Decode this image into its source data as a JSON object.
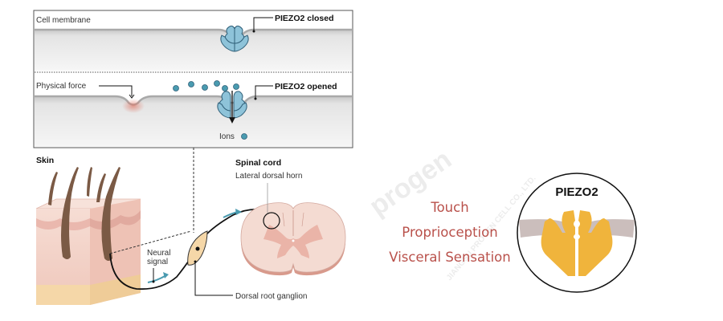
{
  "top_panel": {
    "cell_membrane_label": "Cell membrane",
    "piezo_closed_label": "PIEZO2 closed",
    "physical_force_label": "Physical force",
    "piezo_opened_label": "PIEZO2 opened",
    "ions_label": "Ions"
  },
  "bottom_panel": {
    "skin_label": "Skin",
    "neural_signal_label_line1": "Neural",
    "neural_signal_label_line2": "signal",
    "spinal_cord_label": "Spinal cord",
    "lateral_dorsal_horn_label": "Lateral dorsal horn",
    "dorsal_root_ganglion_label": "Dorsal root ganglion"
  },
  "functions": {
    "items": [
      "Touch",
      "Proprioception",
      "Visceral Sensation"
    ]
  },
  "badge": {
    "title": "PIEZO2"
  },
  "watermark": {
    "brand": "progen",
    "company": "JIANGSU PROGEN CELL CO., LTD."
  },
  "colors": {
    "channel_blue": "#8ec3d9",
    "ion_teal": "#4a9bb0",
    "piezo_yellow": "#f0b43c",
    "function_text": "#b9514b",
    "skin_pink": "#f2cfc4",
    "hair_brown": "#7b5a45"
  }
}
